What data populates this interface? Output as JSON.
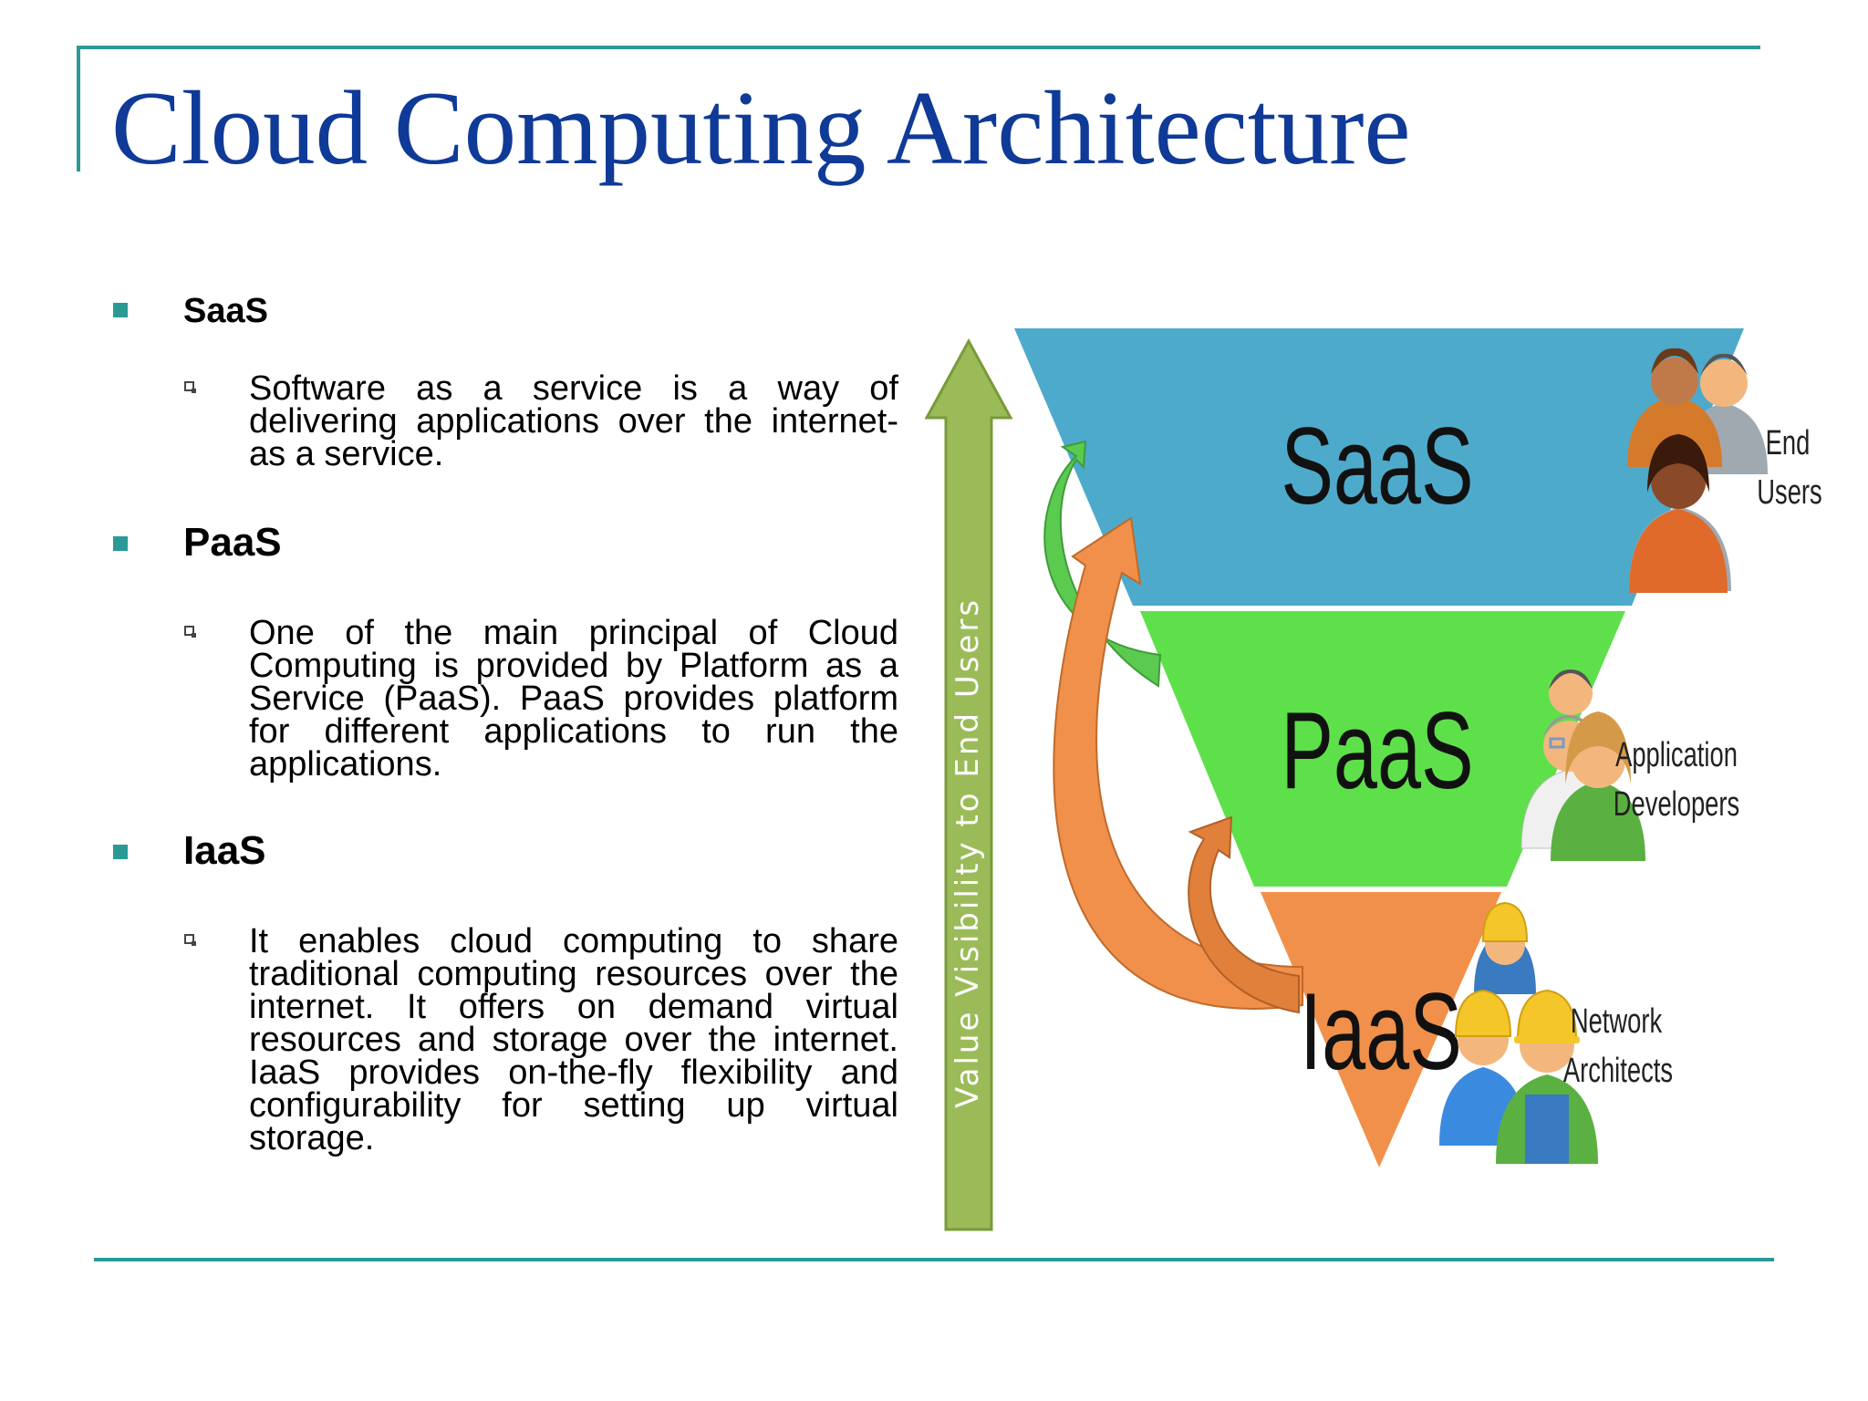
{
  "slide": {
    "title": "Cloud Computing Architecture",
    "accent_color": "#2a9a95",
    "title_color": "#0f3a97"
  },
  "sections": [
    {
      "heading": "SaaS",
      "body": "Software as a service is a way of delivering applications over the internet- as a service."
    },
    {
      "heading": "PaaS",
      "body": "One of the main principal of Cloud Computing is provided by Platform as a Service (PaaS). PaaS provides platform for different applications to run the applications."
    },
    {
      "heading": "IaaS",
      "body": "It enables cloud computing to share traditional computing resources over the internet. It offers on demand virtual resources and storage over the internet. IaaS provides on-the-fly flexibility and configurability for setting up virtual storage."
    }
  ],
  "diagram": {
    "axis_label": "Value Visibility to End Users",
    "layers": [
      {
        "label": "SaaS",
        "color": "#4eaacb",
        "users": [
          "End",
          "Users"
        ]
      },
      {
        "label": "PaaS",
        "color": "#5ee04a",
        "users": [
          "Application",
          "Developers"
        ]
      },
      {
        "label": "IaaS",
        "color": "#f0904a",
        "users": [
          "Network",
          "Architects"
        ]
      }
    ],
    "arrow_color": "#9bbb59",
    "icons": [
      "end-users-icon",
      "developers-icon",
      "network-architects-icon"
    ]
  }
}
